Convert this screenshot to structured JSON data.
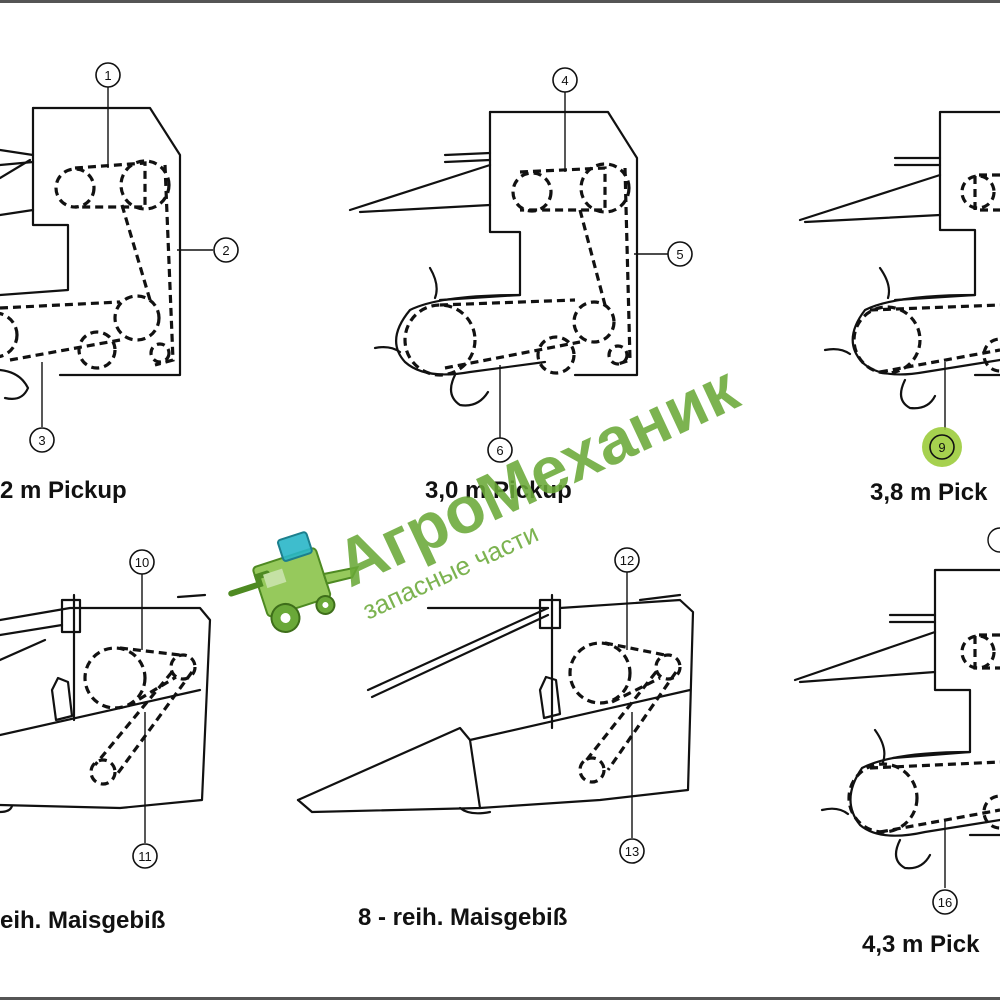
{
  "captions": {
    "pickup_32": "2 m Pickup",
    "pickup_30": "3,0 m Pickup",
    "pickup_38": "3,8 m Pick",
    "mais_6": "eih. Maisgebiß",
    "mais_8": "8 - reih. Maisgebiß",
    "pickup_43": "4,3 m Pick"
  },
  "callouts": [
    "1",
    "2",
    "3",
    "4",
    "5",
    "6",
    "9",
    "10",
    "11",
    "12",
    "13",
    "16"
  ],
  "highlighted_callout": "9",
  "watermark": {
    "brand": "АгроМеханик",
    "tagline": "запасные части",
    "color": "#6aa838"
  },
  "colors": {
    "ink": "#111111",
    "highlight": "#9ccc3c"
  }
}
